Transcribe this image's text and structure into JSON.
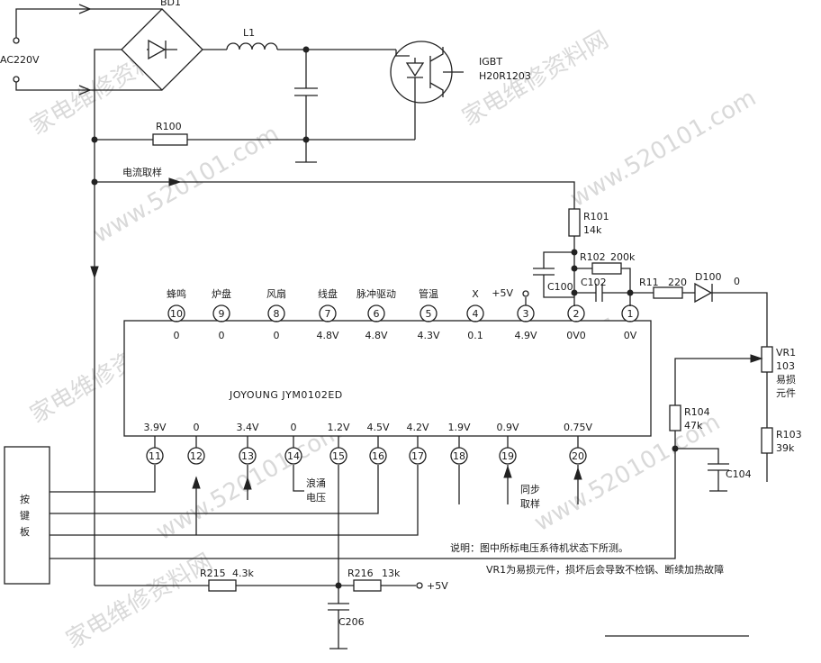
{
  "labels": {
    "bd1": "BD1",
    "ac_in": "AC220V",
    "l1": "L1",
    "igbt": "IGBT",
    "igbt_model": "H20R1203",
    "r100": "R100",
    "current_sense": "电流取样",
    "r101": "R101",
    "r101_val": "14k",
    "r102": "R102",
    "r102_val": "200k",
    "c100": "C100",
    "c102": "C102",
    "r11": "R11",
    "r11_val": "220",
    "d100": "D100",
    "d100_volt": "0",
    "vr1": "VR1",
    "vr1_val": "103",
    "vr1_note1": "易损",
    "vr1_note2": "元件",
    "r104": "R104",
    "r104_val": "47k",
    "r103": "R103",
    "r103_val": "39k",
    "c104": "C104",
    "ic_name": "JOYOUNG  JYM0102ED",
    "keyboard": [
      "按",
      "键",
      "板"
    ],
    "surge_line1": "浪涌",
    "surge_line2": "电压",
    "sync_line1": "同步",
    "sync_line2": "取样",
    "r215": "R215",
    "r215_val": "4.3k",
    "r216": "R216",
    "r216_val": "13k",
    "vcc5": "+5V",
    "c206": "C206",
    "note1": "说明：图中所标电压系待机状态下所测。",
    "note2": "VR1为易损元件，损坏后会导致不检锅、断续加热故障",
    "watermark1": "家电维修资料网",
    "watermark2": "www.520101.com"
  },
  "top_pins": [
    {
      "num": "10",
      "name": "蜂鸣",
      "volt": "0"
    },
    {
      "num": "9",
      "name": "炉盘",
      "volt": "0"
    },
    {
      "num": "8",
      "name": "风扇",
      "volt": "0"
    },
    {
      "num": "7",
      "name": "线盘",
      "volt": "4.8V"
    },
    {
      "num": "6",
      "name": "脉冲驱动",
      "volt": "4.8V"
    },
    {
      "num": "5",
      "name": "管温",
      "volt": "4.3V"
    },
    {
      "num": "4",
      "name": "X",
      "volt": "0.1"
    },
    {
      "num": "3",
      "name": "+5V",
      "volt": "4.9V"
    },
    {
      "num": "2",
      "name": "",
      "volt": "0V0"
    },
    {
      "num": "1",
      "name": "",
      "volt": "0V"
    }
  ],
  "bottom_pins": [
    {
      "num": "11",
      "volt": "3.9V"
    },
    {
      "num": "12",
      "volt": "0"
    },
    {
      "num": "13",
      "volt": "3.4V"
    },
    {
      "num": "14",
      "volt": "0"
    },
    {
      "num": "15",
      "volt": "1.2V"
    },
    {
      "num": "16",
      "volt": "4.5V"
    },
    {
      "num": "17",
      "volt": "4.2V"
    },
    {
      "num": "18",
      "volt": "1.9V"
    },
    {
      "num": "19",
      "volt": "0.9V"
    },
    {
      "num": "20",
      "volt": "0.75V"
    }
  ]
}
